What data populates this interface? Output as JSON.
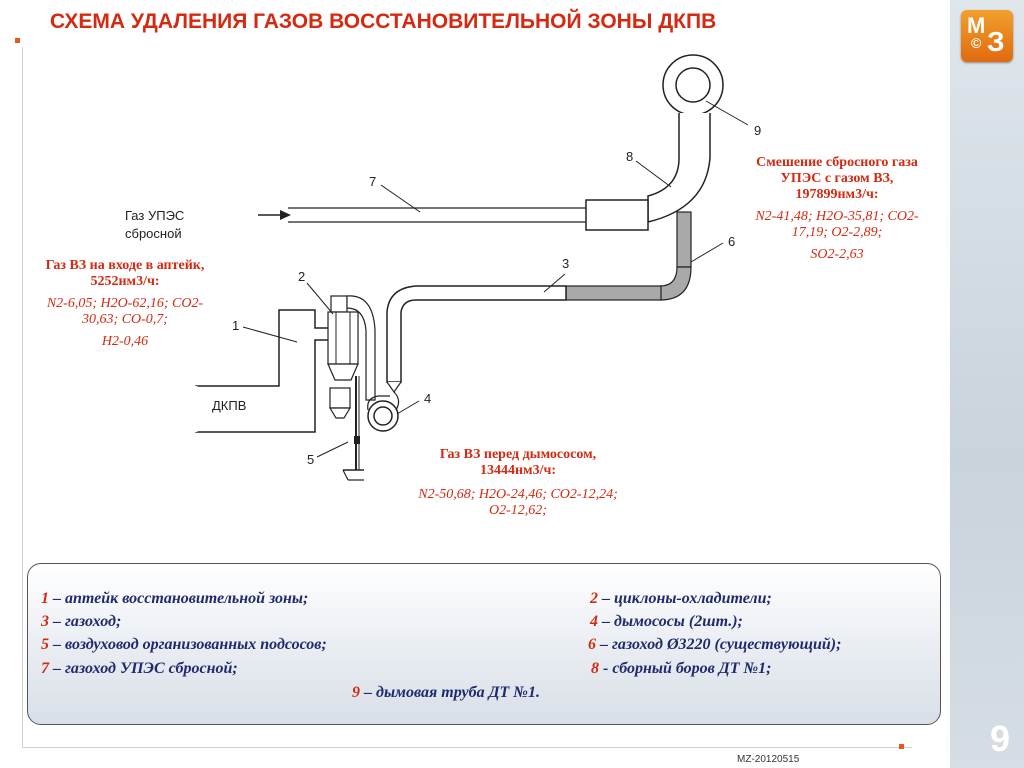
{
  "title": "СХЕМА УДАЛЕНИЯ ГАЗОВ ВОССТАНОВИТЕЛЬНОЙ ЗОНЫ ДКПВ",
  "logo": {
    "top": "М",
    "bottom": "З",
    "mark": "©"
  },
  "page_number": "9",
  "footer_code": "MZ-20120515",
  "diagram": {
    "inlet_label_line1": "Газ УПЭС",
    "inlet_label_line2": "сбросной",
    "furnace_label": "ДКПВ",
    "numbers": [
      "1",
      "2",
      "3",
      "4",
      "5",
      "6",
      "7",
      "8",
      "9"
    ]
  },
  "notes": {
    "aptek": {
      "head1": "Газ ВЗ на входе в аптейк,",
      "head2": "5252нм3/ч:",
      "line1": "N2-6,05; H2O-62,16; CO2-",
      "line2": "30,63; CO-0,7;",
      "line3": "H2-0,46"
    },
    "mixing": {
      "head1": "Смешение сбросного газа",
      "head2": "УПЭС с газом ВЗ,",
      "head3": "197899нм3/ч:",
      "line1": "N2-41,48; H2O-35,81; CO2-",
      "line2": "17,19; O2-2,89;",
      "line3": "SO2-2,63"
    },
    "fan": {
      "head1": "Газ ВЗ перед дымососом,",
      "head2": "13444нм3/ч:",
      "line1": "N2-50,68; H2O-24,46; CO2-12,24;",
      "line2": "O2-12,62;"
    }
  },
  "legend": [
    {
      "num": "1",
      "text": " – аптейк восстановительной зоны;"
    },
    {
      "num": "2",
      "text": " – циклоны-охладители;"
    },
    {
      "num": "3",
      "text": " – газоход;"
    },
    {
      "num": "4",
      "text": " – дымососы (2шт.);"
    },
    {
      "num": "5",
      "text": " – воздуховод организованных подсосов;"
    },
    {
      "num": "6",
      "text": " – газоход Ø3220 (существующий);"
    },
    {
      "num": "7",
      "text": " – газоход УПЭС сбросной;"
    },
    {
      "num": "8",
      "text": " - сборный боров ДТ №1;"
    },
    {
      "num": "9",
      "text": " – дымовая труба ДТ №1."
    }
  ],
  "colors": {
    "title": "#d42a12",
    "legend_text": "#1f2a6e",
    "accent": "#e8571e"
  }
}
